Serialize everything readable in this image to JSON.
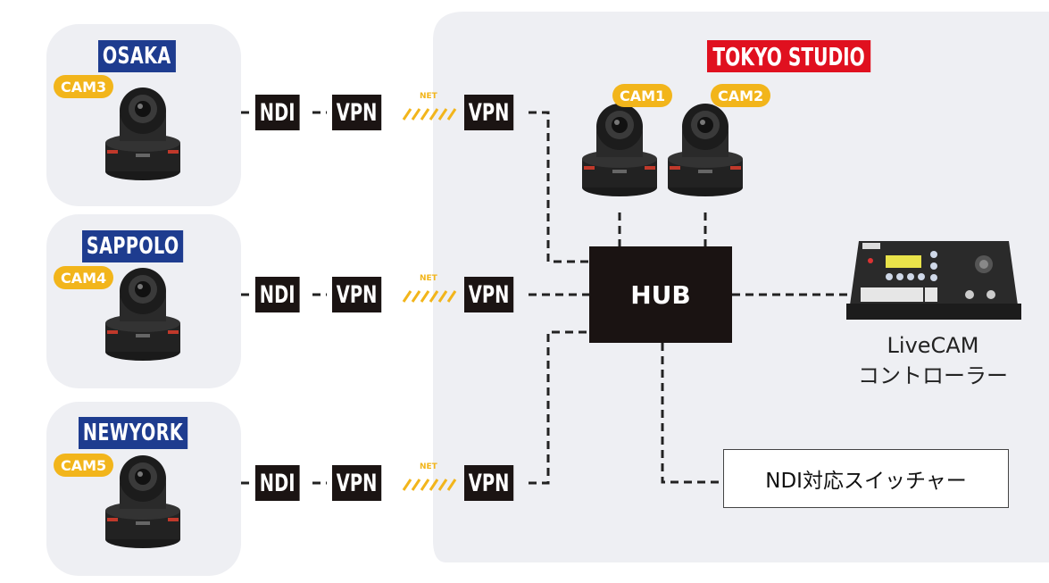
{
  "remote_sites": [
    {
      "name": "OSAKA",
      "cam": "CAM3"
    },
    {
      "name": "SAPPOLO",
      "cam": "CAM4"
    },
    {
      "name": "NEWYORK",
      "cam": "CAM5"
    }
  ],
  "link": {
    "ndi": "NDI",
    "vpn": "VPN",
    "net": "NET"
  },
  "studio": {
    "title": "TOKYO STUDIO",
    "cams": [
      "CAM1",
      "CAM2"
    ],
    "hub": "HUB",
    "controller_line1": "LiveCAM",
    "controller_line2": "コントローラー",
    "switcher": "NDI対応スイッチャー"
  },
  "colors": {
    "site_title_bg": "#1e3c8f",
    "studio_title_bg": "#e0101f",
    "cam_badge": "#f2b51b",
    "tag_bg": "#1b1413",
    "panel_bg": "#eeeff3"
  }
}
